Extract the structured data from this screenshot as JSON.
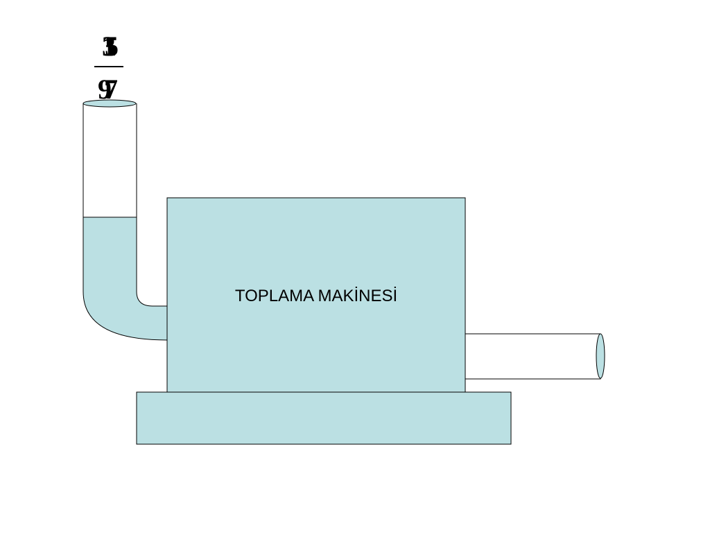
{
  "colors": {
    "fill": "#bbe0e3",
    "stroke": "#000000",
    "background": "#ffffff"
  },
  "fractions": {
    "numerators": [
      "3",
      "1",
      "5"
    ],
    "denominators": [
      "9",
      "7"
    ]
  },
  "machine": {
    "label": "TOPLAMA MAKİNESİ"
  }
}
